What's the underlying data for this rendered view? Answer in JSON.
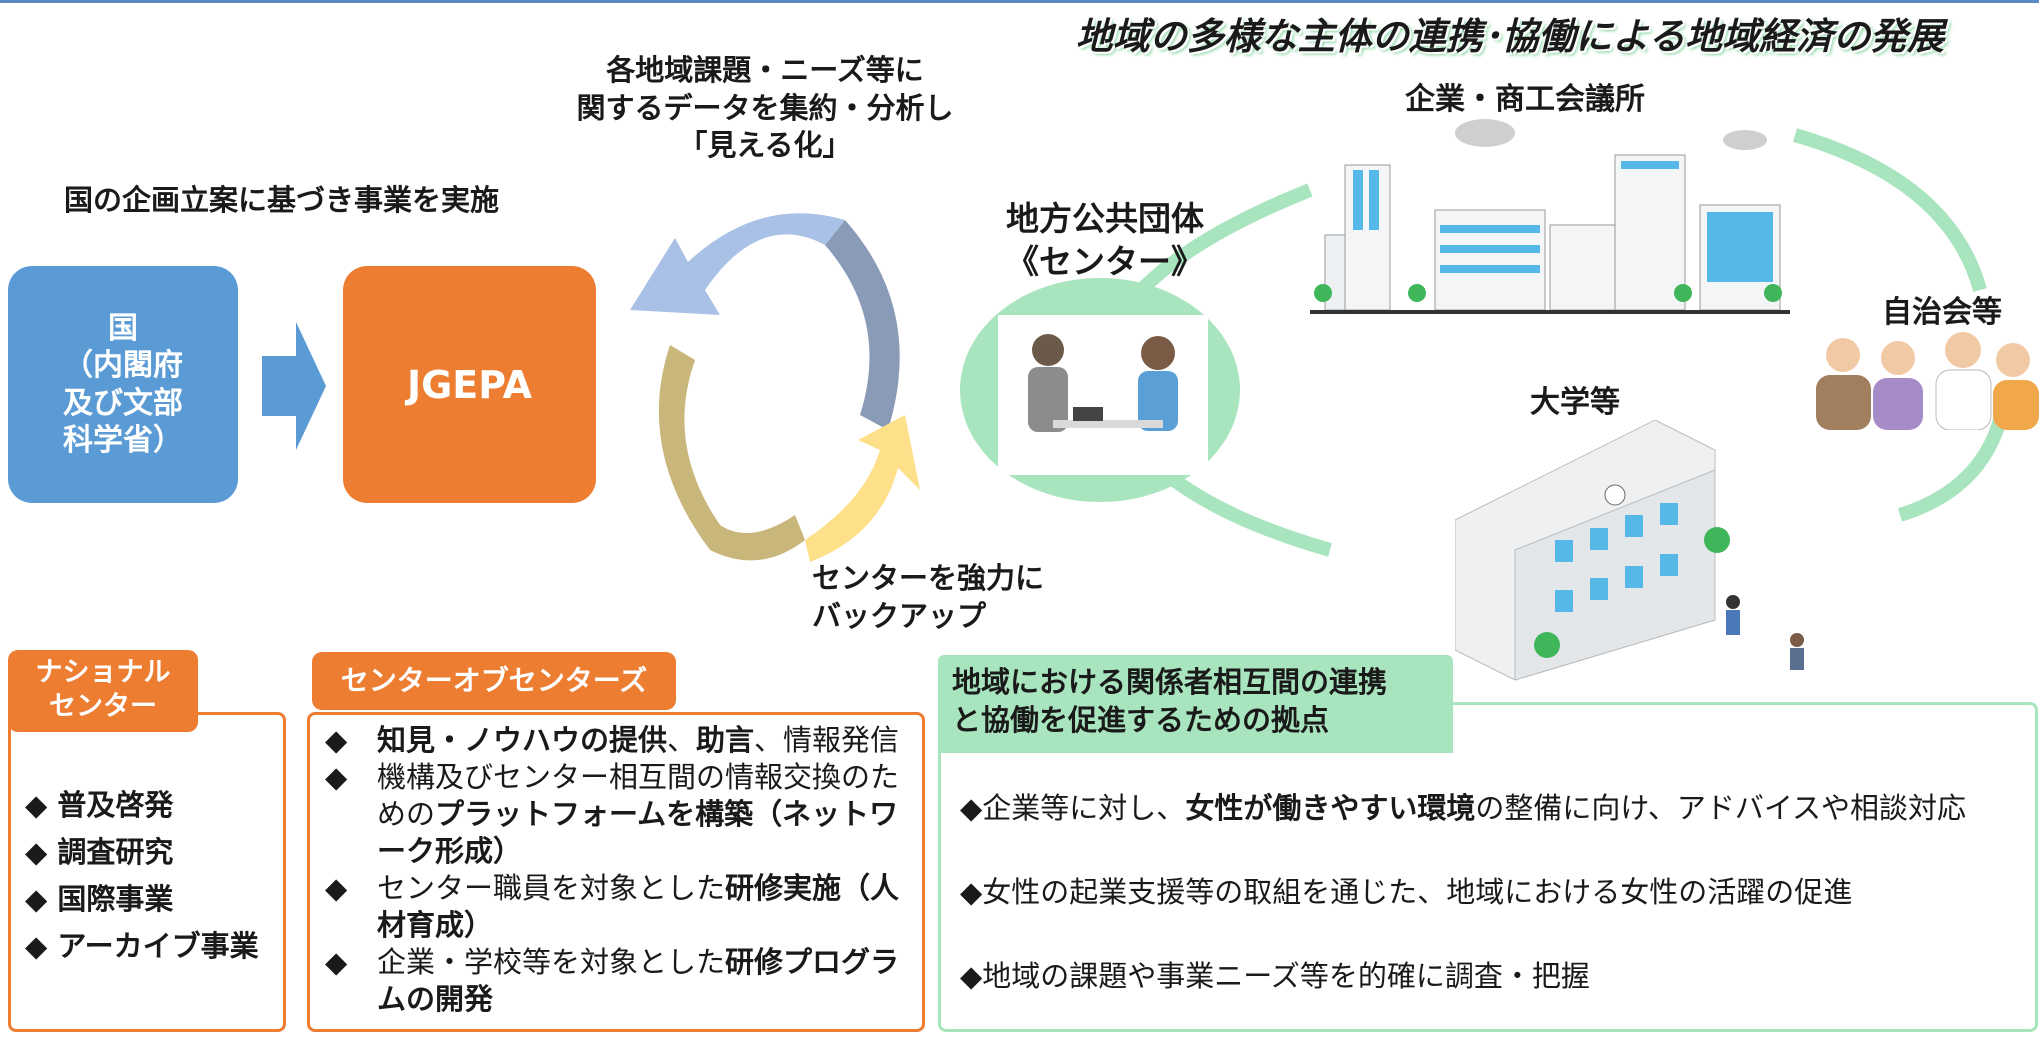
{
  "headline": "地域の多様な主体の連携･協働による地域経済の発展",
  "country_caption": "国の企画立案に基づき事業を実施",
  "country_box": "国\n（内閣府\n及び文部\n科学省）",
  "jgepa_box": "JGEPA",
  "cycle_top_text": "各地域課題・ニーズ等に\n関するデータを集約・分析し\n「見える化」",
  "cycle_bottom_text": "センターを強力に\nバックアップ",
  "local_gov_label": "地方公共団体\n《センター》",
  "companies_label": "企業・商工会議所",
  "university_label": "大学等",
  "community_label": "自治会等",
  "national_center": {
    "tab": "ナショナル\nセンター",
    "items": [
      "◆ 普及啓発",
      "◆ 調査研究",
      "◆ 国際事業",
      "◆ アーカイブ事業"
    ]
  },
  "center_of_centers": {
    "tab": "センターオブセンターズ",
    "items": [
      {
        "bullet": "◆",
        "parts": [
          {
            "t": "知見・ノウハウの提供",
            "b": true
          },
          {
            "t": "、",
            "b": false
          },
          {
            "t": "助言",
            "b": true
          },
          {
            "t": "、情報発信",
            "b": false
          }
        ]
      },
      {
        "bullet": "◆",
        "parts": [
          {
            "t": "機構及びセンター相互間の情報交換のための",
            "b": false
          },
          {
            "t": "プラットフォームを構築（ネットワーク形成）",
            "b": true
          }
        ]
      },
      {
        "bullet": "◆",
        "parts": [
          {
            "t": "センター職員を対象とした",
            "b": false
          },
          {
            "t": "研修実施（人材育成）",
            "b": true
          }
        ]
      },
      {
        "bullet": "◆",
        "parts": [
          {
            "t": "企業・学校等を対象とした",
            "b": false
          },
          {
            "t": "研修プログラムの開発",
            "b": true
          }
        ]
      }
    ]
  },
  "regional_base": {
    "tab": "地域における関係者相互間の連携\nと協働を促進するための拠点",
    "items": [
      {
        "parts": [
          {
            "t": "◆企業等に対し、",
            "b": false
          },
          {
            "t": "女性が働きやすい環境",
            "b": true
          },
          {
            "t": "の整備に向け、アドバイスや相談対応",
            "b": false
          }
        ]
      },
      {
        "parts": [
          {
            "t": "◆女性の起業支援等の取組を通じた、地域における女性の活躍の促進",
            "b": false
          }
        ]
      },
      {
        "parts": [
          {
            "t": "◆地域の課題や事業ニーズ等を的確に調査・把握",
            "b": false
          }
        ]
      }
    ]
  },
  "colors": {
    "blue": "#5b9bd5",
    "orange": "#ed7d31",
    "green_light": "#a8e4be",
    "green_ring": "#7fd39a"
  }
}
